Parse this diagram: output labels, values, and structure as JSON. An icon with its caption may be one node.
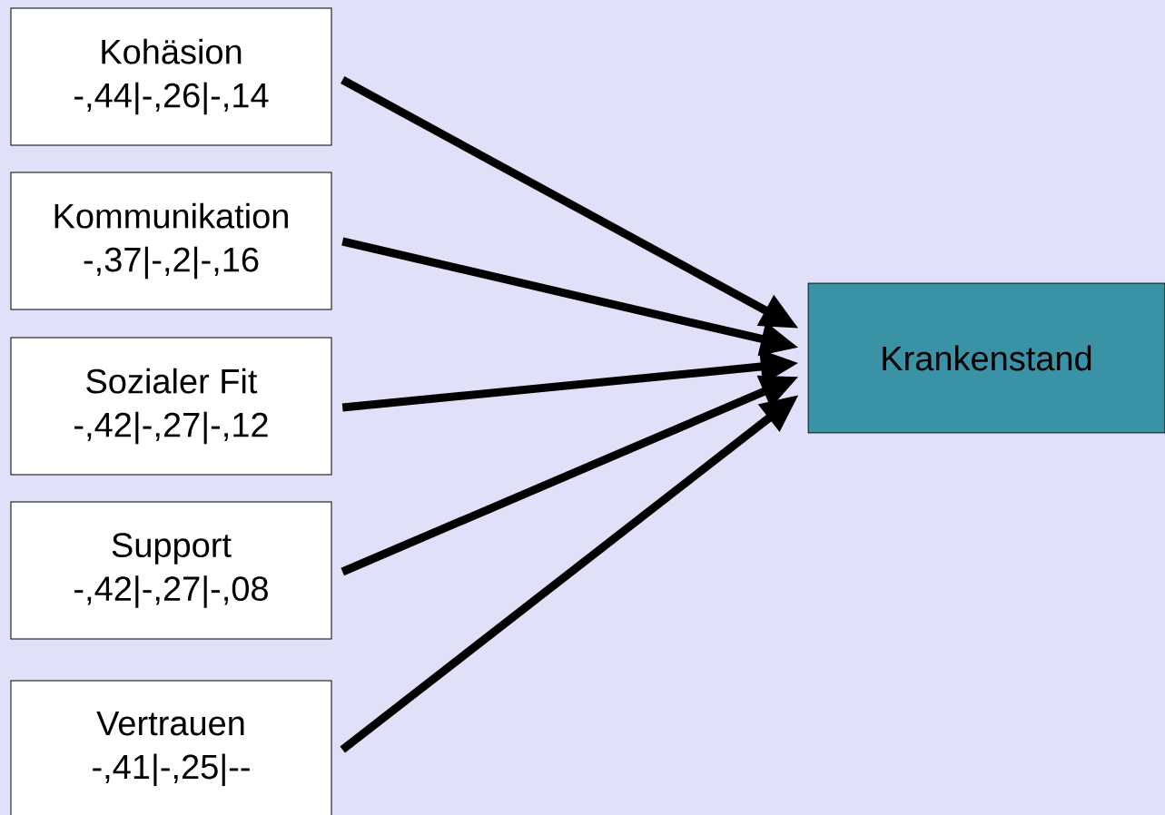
{
  "diagram": {
    "nodes": [
      {
        "text": [
          "Kohäsion",
          "-,44|-,26|-,14"
        ]
      },
      {
        "text": [
          "Kommunikation",
          "-,37|-,2|-,16"
        ]
      },
      {
        "text": [
          "Sozialer Fit",
          "-,42|-,27|-,12"
        ]
      },
      {
        "text": [
          "Support",
          "-,42|-,27|-,08"
        ]
      },
      {
        "text": [
          "Vertrauen",
          "-,41|-,25|--"
        ]
      },
      {
        "text": [
          "Krankenstand"
        ]
      }
    ],
    "edges": [
      {
        "from": 0,
        "to": 5,
        "arrow": "to"
      },
      {
        "from": 1,
        "to": 5,
        "arrow": "to"
      },
      {
        "from": 2,
        "to": 5,
        "arrow": "to"
      },
      {
        "from": 3,
        "to": 5,
        "arrow": "to"
      },
      {
        "from": 4,
        "to": 5,
        "arrow": "to"
      }
    ]
  }
}
